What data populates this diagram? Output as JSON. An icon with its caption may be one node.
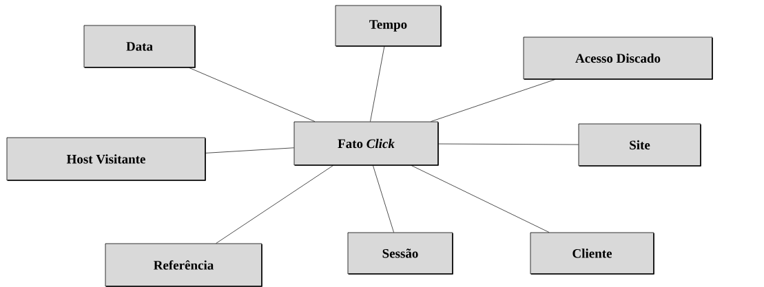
{
  "diagram": {
    "nodes": [
      {
        "text": [
          "Data"
        ]
      },
      {
        "text": [
          "Tempo"
        ]
      },
      {
        "text": [
          "Acesso Discado"
        ]
      },
      {
        "text": [
          "Fato *Click*"
        ]
      },
      {
        "text": [
          "Host Visitante"
        ]
      },
      {
        "text": [
          "Site"
        ]
      },
      {
        "text": [
          "Referência"
        ]
      },
      {
        "text": [
          "Sessão"
        ]
      },
      {
        "text": [
          "Cliente"
        ]
      }
    ],
    "edges": [
      {
        "from": 3,
        "to": 0,
        "arrow": "none"
      },
      {
        "from": 3,
        "to": 1,
        "arrow": "none"
      },
      {
        "from": 3,
        "to": 2,
        "arrow": "none"
      },
      {
        "from": 3,
        "to": 4,
        "arrow": "none"
      },
      {
        "from": 3,
        "to": 5,
        "arrow": "none"
      },
      {
        "from": 3,
        "to": 6,
        "arrow": "none"
      },
      {
        "from": 3,
        "to": 7,
        "arrow": "none"
      },
      {
        "from": 3,
        "to": 8,
        "arrow": "none"
      }
    ]
  }
}
